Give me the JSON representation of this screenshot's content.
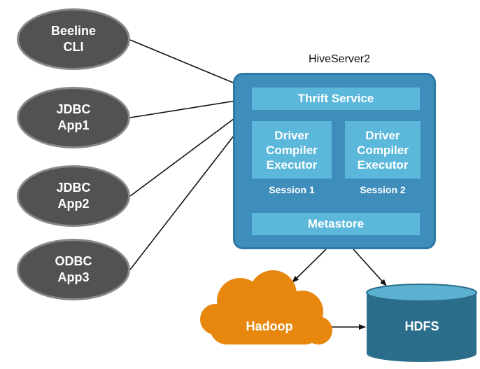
{
  "clients": [
    {
      "label": "Beeline\nCLI"
    },
    {
      "label": "JDBC\nApp1"
    },
    {
      "label": "JDBC\nApp2"
    },
    {
      "label": "ODBC\nApp3"
    }
  ],
  "server": {
    "title": "HiveServer2",
    "thrift_service": "Thrift Service",
    "sessions": [
      {
        "components": "Driver\nCompiler\nExecutor",
        "label": "Session 1"
      },
      {
        "components": "Driver\nCompiler\nExecutor",
        "label": "Session 2"
      }
    ],
    "metastore": "Metastore"
  },
  "storage": {
    "hadoop": "Hadoop",
    "hdfs": "HDFS"
  },
  "colors": {
    "client_fill": "#525252",
    "server_blue": "#3f8dbb",
    "component_blue": "#5cb8db",
    "hadoop_orange": "#e8870e",
    "hdfs_teal": "#2a6e8c"
  }
}
